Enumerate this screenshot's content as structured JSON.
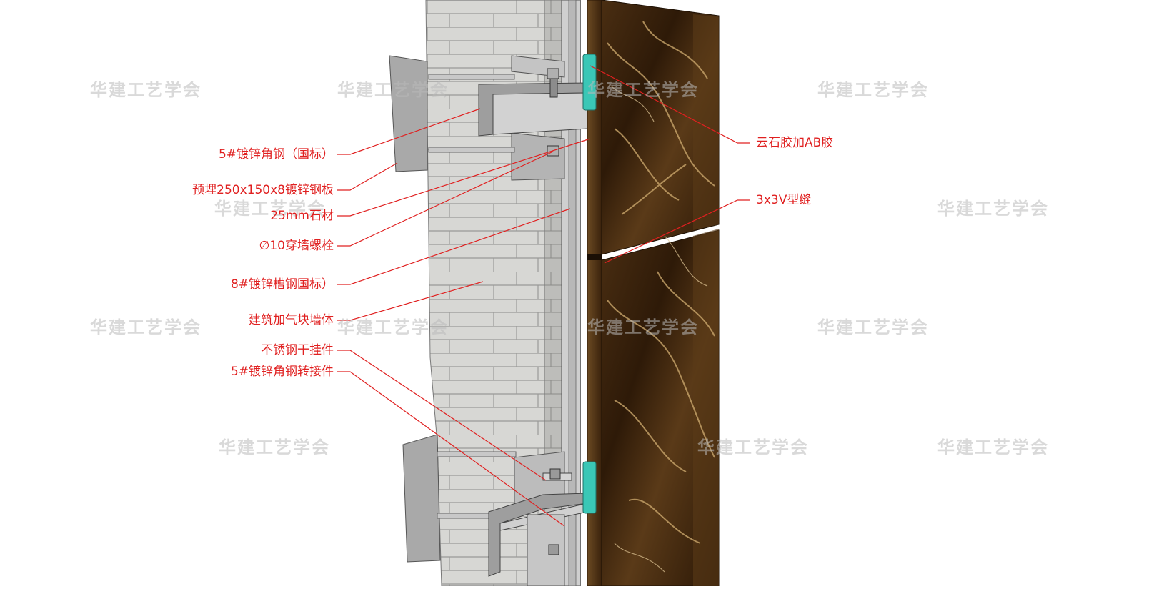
{
  "watermark": "华建工艺学会",
  "labels": {
    "angle_steel": "5#镀锌角钢（国标）",
    "embedded_plate": "预埋250x150x8镀锌钢板",
    "stone": "25mm石材",
    "bolt": "∅10穿墙螺栓",
    "channel_steel": "8#镀锌槽钢国标）",
    "block_wall": "建筑加气块墙体",
    "hanger": "不锈钢干挂件",
    "adapter": "5#镀锌角钢转接件",
    "glue": "云石胶加AB胶",
    "joint": "3x3V型缝"
  },
  "colors": {
    "leader": "#e02020",
    "marble_dark": "#3a2410",
    "marble_vein": "#c9a66b",
    "clip_green": "#3ac7b6",
    "block_grey": "#d6d6d3"
  }
}
